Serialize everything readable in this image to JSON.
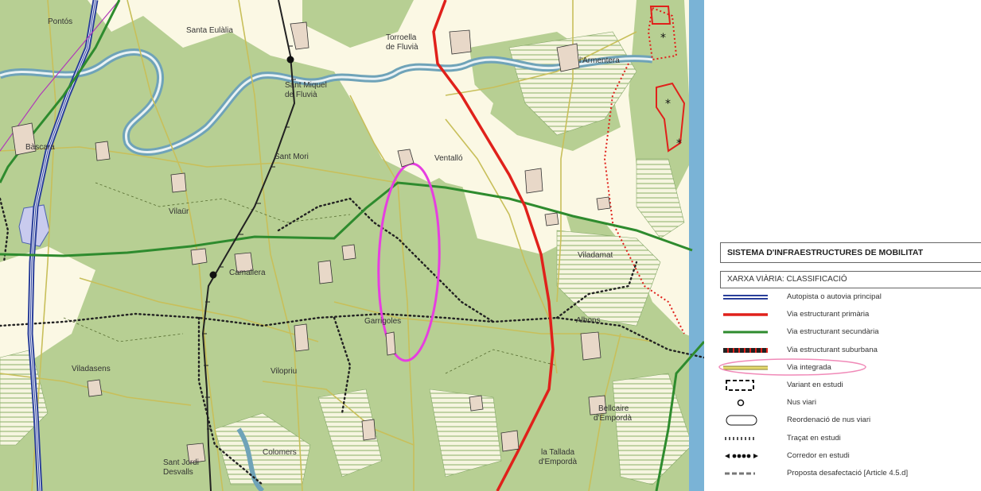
{
  "map": {
    "places": [
      {
        "id": "pontos",
        "name": "Pontós"
      },
      {
        "id": "santa-eulalia",
        "name": "Santa Eulàlia"
      },
      {
        "id": "torroella-1",
        "name": "Torroella"
      },
      {
        "id": "torroella-2",
        "name": "de Fluvià"
      },
      {
        "id": "armentera",
        "name": "l'Armentera"
      },
      {
        "id": "sant-miquel-1",
        "name": "Sant Miquel"
      },
      {
        "id": "sant-miquel-2",
        "name": "de Fluvià"
      },
      {
        "id": "bascara",
        "name": "Bàscara"
      },
      {
        "id": "sant-mori",
        "name": "Sant Mori"
      },
      {
        "id": "ventallo",
        "name": "Ventalló"
      },
      {
        "id": "vilaur",
        "name": "Vilaür"
      },
      {
        "id": "viladamat",
        "name": "Viladamat"
      },
      {
        "id": "camallera",
        "name": "Camallera"
      },
      {
        "id": "garrigoles",
        "name": "Garrigoles"
      },
      {
        "id": "albons",
        "name": "Albons"
      },
      {
        "id": "viladasens",
        "name": "Viladasens"
      },
      {
        "id": "vilopriu",
        "name": "Vilopriu"
      },
      {
        "id": "bellcaire-1",
        "name": "Bellcaire"
      },
      {
        "id": "bellcaire-2",
        "name": "d'Empordà"
      },
      {
        "id": "colomers",
        "name": "Colomers"
      },
      {
        "id": "tallada-1",
        "name": "la Tallada"
      },
      {
        "id": "tallada-2",
        "name": "d'Empordà"
      },
      {
        "id": "sant-jordi-1",
        "name": "Sant Jordi"
      },
      {
        "id": "sant-jordi-2",
        "name": "Desvalls"
      }
    ],
    "colors": {
      "forest": "#b7cf93",
      "open": "#fbf8e4",
      "river": "#6fa3b8",
      "primary": "#e0211b",
      "secondary": "#2e8b2e",
      "motorway": "#2a3f9a",
      "integrated": "#c8bf5a",
      "railway": "#222222",
      "highlight": "#e63ee0",
      "sea": "#7ab3d6"
    }
  },
  "legend": {
    "title": "SISTEMA D'INFRAESTRUCTURES DE MOBILITAT",
    "subtitle": "XARXA VIÀRIA: CLASSIFICACIÓ",
    "items": [
      {
        "label": "Autopista o autovia principal"
      },
      {
        "label": "Via estructurant primària"
      },
      {
        "label": "Via estructurant secundària"
      },
      {
        "label": "Via estructurant suburbana"
      },
      {
        "label": "Via integrada"
      },
      {
        "label": "Variant en estudi"
      },
      {
        "label": "Nus viari"
      },
      {
        "label": "Reordenació de nus viari"
      },
      {
        "label": "Traçat en estudi"
      },
      {
        "label": "Corredor en estudi"
      },
      {
        "label": "Proposta desafectació [Article 4.5.d]"
      }
    ]
  }
}
